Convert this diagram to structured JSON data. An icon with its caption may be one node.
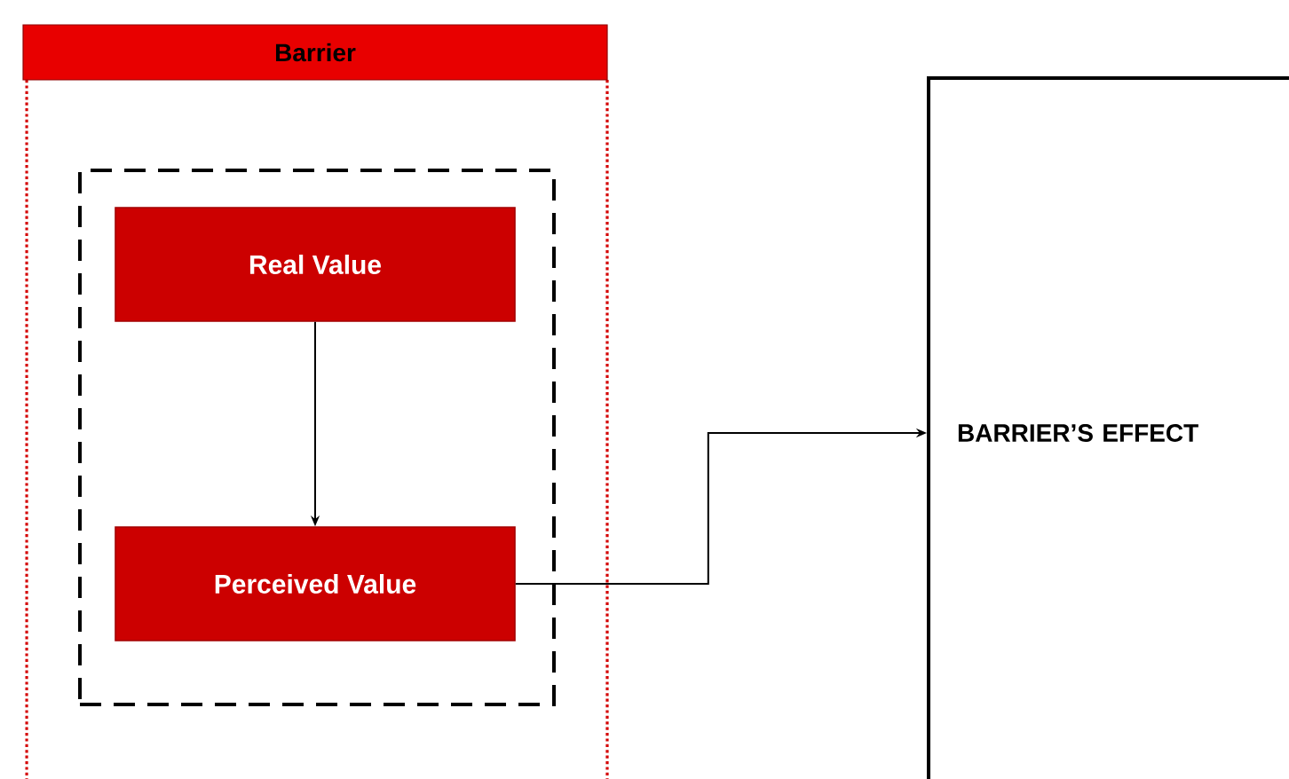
{
  "diagram": {
    "nodes": [
      {
        "text": [
          "Barrier"
        ]
      },
      {
        "text": [],
        "shape": "box",
        "in": 0
      },
      {
        "text": [
          "Real Value"
        ],
        "in": 1
      },
      {
        "text": [
          "Perceived Value"
        ],
        "in": 1
      },
      {
        "text": [
          "BARRIER’S EFFECT"
        ]
      }
    ],
    "edges": [
      {
        "from": 2,
        "to": 3,
        "arrow": "to"
      },
      {
        "from": 3,
        "to": 4,
        "arrow": "to"
      }
    ]
  }
}
